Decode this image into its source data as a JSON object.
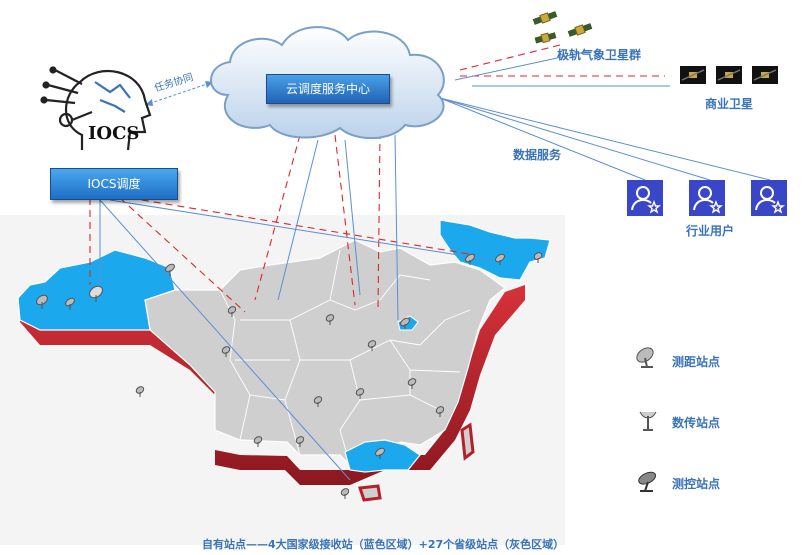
{
  "labels": {
    "cloud_center": "云调度服务中心",
    "iocs_dispatch": "IOCS调度",
    "iocs_logo": "IOCS",
    "task_coop": "任务协同",
    "polar_sat": "极轨气象卫星群",
    "comm_sat": "商业卫星",
    "data_service": "数据服务",
    "industry_users": "行业用户",
    "ranging_station": "测距站点",
    "transfer_station": "数传站点",
    "tc_station": "测控站点",
    "caption": "自有站点——4大国家级接收站（蓝色区域）+27个省级站点（灰色区域）"
  },
  "colors": {
    "accent_blue": "#1ba8ec",
    "province_gray": "#cfcfcf",
    "map_side_red": "#b3202a",
    "box_blue": "#2c7fd0",
    "label_blue": "#3a74b8",
    "dashed_red": "#e0262d",
    "link_blue": "#5b8fd1",
    "user_icon_bg": "#3a46c8"
  },
  "icons": {
    "satellite": "satellite-icon",
    "user": "user-star-icon",
    "dish": "antenna-dish-icon",
    "brain": "ai-head-icon"
  }
}
